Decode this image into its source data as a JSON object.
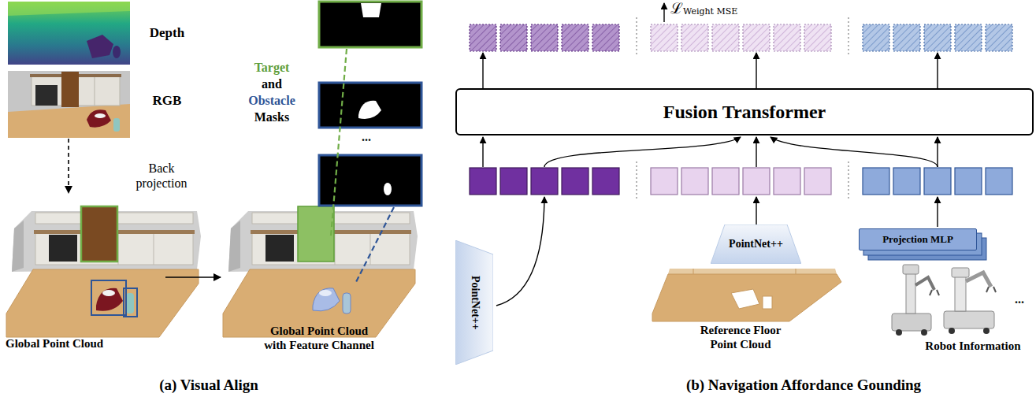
{
  "diagram": {
    "nodes": [
      {
        "text": [
          "Depth"
        ]
      },
      {
        "text": [
          "RGB"
        ]
      },
      {
        "text": [
          "Global Point Cloud"
        ]
      },
      {
        "text": [
          "Global Point Cloud with Feature Channel"
        ]
      },
      {
        "text": [
          "PointNet++"
        ]
      },
      {
        "text": [
          "Fusion Transformer"
        ]
      },
      {
        "text": [
          "PointNet++"
        ]
      },
      {
        "text": [
          "Reference Floor Point Cloud"
        ]
      },
      {
        "text": [
          "Projection MLP"
        ]
      },
      {
        "text": [
          "Robot Information"
        ]
      }
    ],
    "edges": [
      {
        "from": 1,
        "to": 2,
        "arrow": "to",
        "label": "Back projection"
      },
      {
        "from": 2,
        "to": 3,
        "arrow": "to"
      }
    ],
    "labels": [
      "Target",
      "and",
      "Obstacle",
      "Masks",
      "...",
      "...",
      "ℒ",
      "Weight MSE",
      "(a) Visual Align",
      "(b) Navigation Affordance Gounding"
    ]
  }
}
